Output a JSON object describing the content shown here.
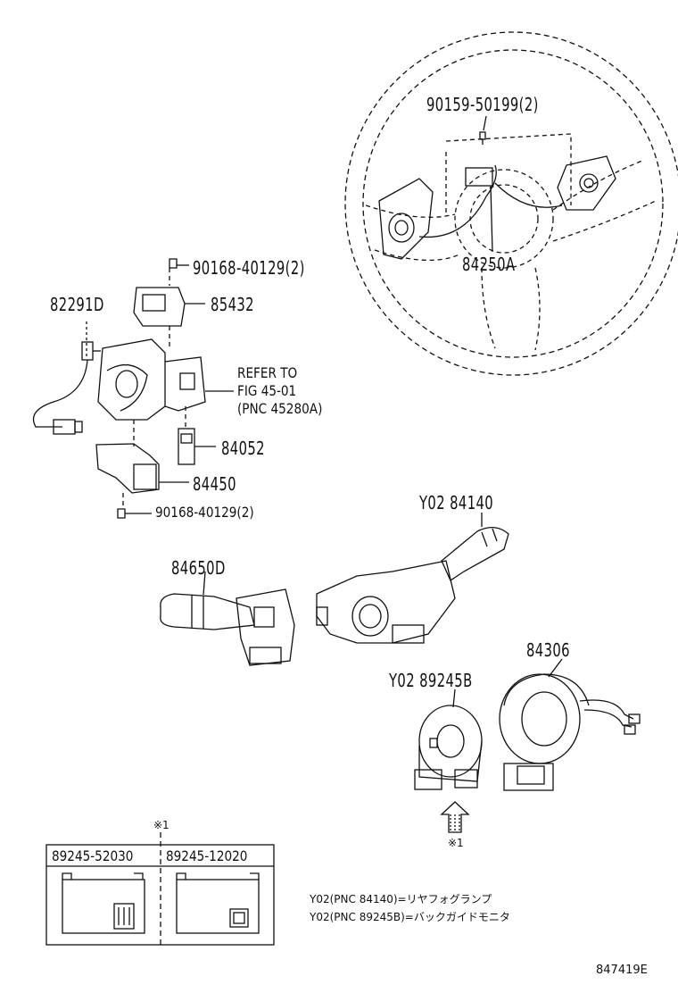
{
  "parts": {
    "p90159": "90159-50199(2)",
    "p84250A": "84250A",
    "p90168_top": "90168-40129(2)",
    "p85432": "85432",
    "p82291D": "82291D",
    "refer_line1": "REFER TO",
    "refer_line2": "FIG 45-01",
    "refer_line3": "(PNC 45280A)",
    "p84052": "84052",
    "p84450": "84450",
    "p90168_bottom": "90168-40129(2)",
    "pY02_84140": "Y02 84140",
    "p84650D": "84650D",
    "p84306": "84306",
    "pY02_89245B": "Y02 89245B"
  },
  "markers": {
    "ref_mark_table": "※1",
    "ref_mark_arrow": "※1"
  },
  "table": {
    "col1_header": "89245-52030",
    "col2_header": "89245-12020"
  },
  "notes": {
    "line1": "Y02(PNC 84140)=リヤフォグランプ",
    "line2": "Y02(PNC 89245B)=バックガイドモニタ"
  },
  "figure_id": "847419E",
  "icons": {
    "steering_wheel": "steering-wheel-icon",
    "ignition_switch": "ignition-switch-icon",
    "combination_switch": "combination-switch-icon",
    "spiral_cable": "spiral-cable-icon",
    "arrow": "up-arrow-icon"
  }
}
